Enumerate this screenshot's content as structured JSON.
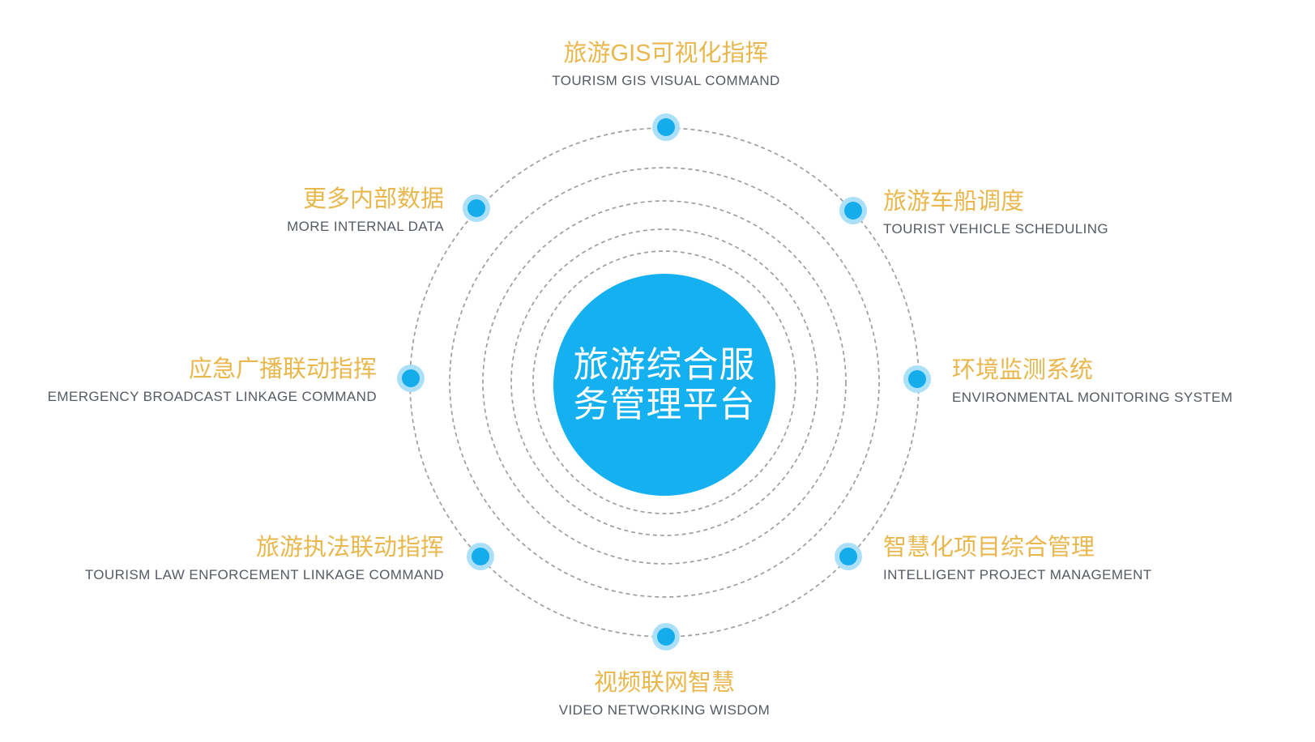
{
  "diagram": {
    "title": "旅游综合服务管理平台",
    "center": {
      "line1": "旅游综合服",
      "line2": "务管理平台"
    },
    "nodes": [
      {
        "position": "top",
        "cn": "旅游GIS可视化指挥",
        "en": "TOURISM GIS VISUAL COMMAND"
      },
      {
        "position": "upper-right",
        "cn": "旅游车船调度",
        "en": "TOURIST VEHICLE SCHEDULING"
      },
      {
        "position": "right",
        "cn": "环境监测系统",
        "en": "ENVIRONMENTAL MONITORING SYSTEM"
      },
      {
        "position": "lower-right",
        "cn": "智慧化项目综合管理",
        "en": "INTELLIGENT PROJECT MANAGEMENT"
      },
      {
        "position": "bottom",
        "cn": "视频联网智慧",
        "en": "VIDEO NETWORKING WISDOM"
      },
      {
        "position": "lower-left",
        "cn": "旅游执法联动指挥",
        "en": "TOURISM LAW ENFORCEMENT LINKAGE COMMAND"
      },
      {
        "position": "left",
        "cn": "应急广播联动指挥",
        "en": "EMERGENCY BROADCAST LINKAGE COMMAND"
      },
      {
        "position": "upper-left",
        "cn": "更多内部数据",
        "en": "MORE INTERNAL DATA"
      }
    ],
    "colors": {
      "accent_gold": "#E8B74D",
      "accent_blue": "#14B0F0",
      "node_dot_blue": "#14ACEB",
      "node_halo_blue": "#ABE0F8",
      "english_gray": "#555B62",
      "ring_gray": "#9E9EA0",
      "background": "#FFFFFF",
      "center_text": "#FFFFFF"
    }
  }
}
